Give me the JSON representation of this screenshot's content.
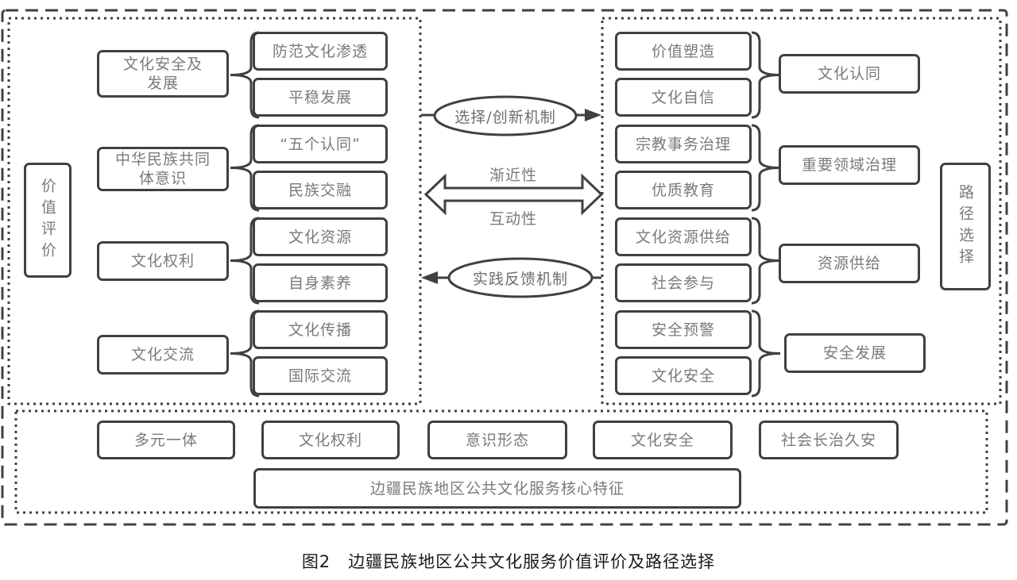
{
  "left_panel": {
    "axis_label": "价值评价",
    "groups": [
      {
        "category": "文化安全及\n发展",
        "items": [
          "防范文化渗透",
          "平稳发展"
        ]
      },
      {
        "category": "中华民族共同\n体意识",
        "items": [
          "“五个认同”",
          "民族交融"
        ]
      },
      {
        "category": "文化权利",
        "items": [
          "文化资源",
          "自身素养"
        ]
      },
      {
        "category": "文化交流",
        "items": [
          "文化传播",
          "国际交流"
        ]
      }
    ]
  },
  "right_panel": {
    "axis_label": "路径选择",
    "groups": [
      {
        "category": "文化认同",
        "items": [
          "价值塑造",
          "文化自信"
        ]
      },
      {
        "category": "重要领域治理",
        "items": [
          "宗教事务治理",
          "优质教育"
        ]
      },
      {
        "category": "资源供给",
        "items": [
          "文化资源供给",
          "社会参与"
        ]
      },
      {
        "category": "安全发展",
        "items": [
          "安全预警",
          "文化安全"
        ]
      }
    ]
  },
  "connectors": {
    "forward_mechanism": "选择/创新机制",
    "double_arrow_top": "渐近性",
    "double_arrow_bottom": "互动性",
    "feedback_mechanism": "实践反馈机制"
  },
  "core_features": {
    "items": [
      "多元一体",
      "文化权利",
      "意识形态",
      "文化安全",
      "社会长治久安"
    ],
    "title": "边疆民族地区公共文化服务核心特征"
  },
  "caption": {
    "figure_number": "图2",
    "title": "边疆民族地区公共文化服务价值评价及路径选择"
  },
  "colors": {
    "stroke": "#404040",
    "text": "#7a7a7a"
  }
}
